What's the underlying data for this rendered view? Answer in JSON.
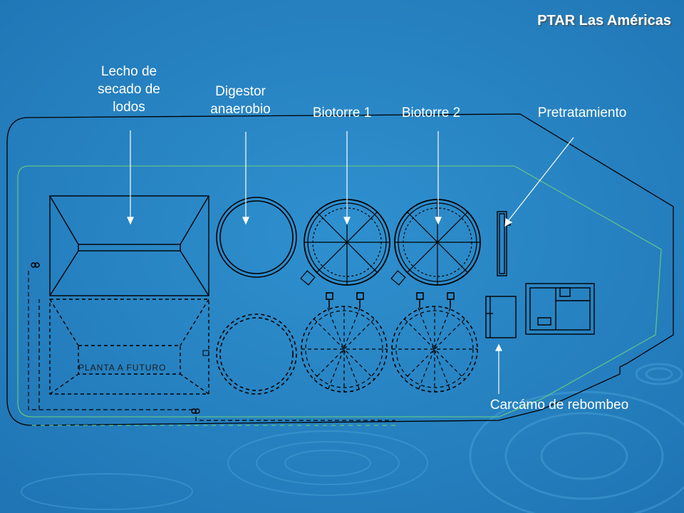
{
  "title": "PTAR  Las Américas",
  "labels": {
    "lecho": [
      "Lecho de",
      "secado de",
      "lodos"
    ],
    "digestor": [
      "Digestor",
      "anaerobio"
    ],
    "biotorre1": "Biotorre 1",
    "biotorre2": "Biotorre 2",
    "pretratamiento": "Pretratamiento",
    "carcamo": "Carcámo de rebombeo",
    "planta_futuro": "PLANTA  A  FUTURO"
  },
  "colors": {
    "background": "#2a86c4",
    "lines": "#000000",
    "boundary_green": "#5fc18a",
    "text": "#ffffff"
  }
}
